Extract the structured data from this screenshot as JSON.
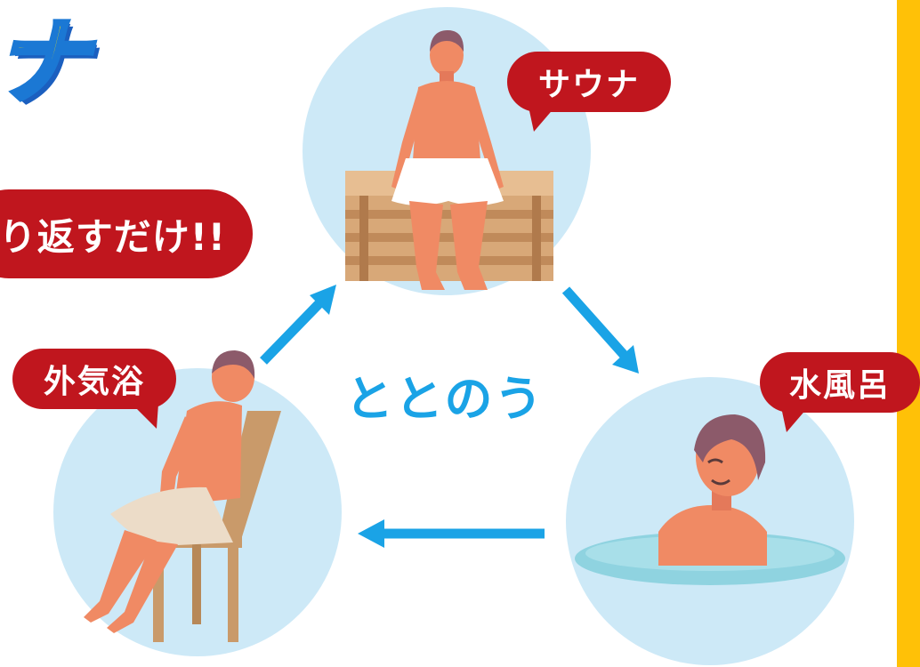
{
  "title_fragment": "ナ",
  "cycle_note": "り返すだけ!!",
  "center_label": "ととのう",
  "steps": {
    "sauna": "サウナ",
    "cold_bath": "水風呂",
    "outdoor_rest": "外気浴"
  },
  "colors": {
    "bubble_red": "#c0161e",
    "circle_blue": "#cde9f7",
    "arrow_blue": "#1aa3e6",
    "title_yellow": "#ffe600",
    "title_outline": "#1b78d4",
    "side_strip": "#ffc107",
    "skin": "#f08a64",
    "hair": "#8c5a6a",
    "towel": "#ffffff",
    "bench": "#d8a878",
    "water": "#8fd3e0"
  }
}
